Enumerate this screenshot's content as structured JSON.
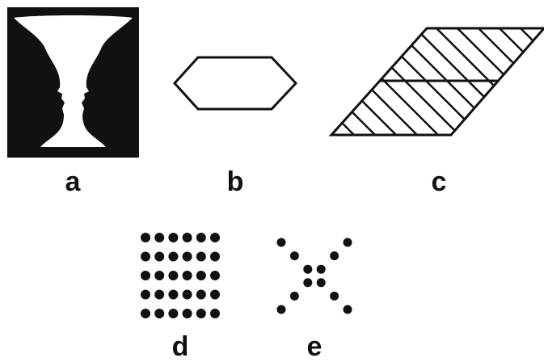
{
  "panels": {
    "a": {
      "label": "a"
    },
    "b": {
      "label": "b"
    },
    "c": {
      "label": "c"
    },
    "d": {
      "label": "d",
      "grid_rows": 5,
      "grid_cols": 6
    },
    "e": {
      "label": "e",
      "dots_per_diagonal": 6
    }
  },
  "colors": {
    "ink": "#111111",
    "paper": "#ffffff"
  }
}
